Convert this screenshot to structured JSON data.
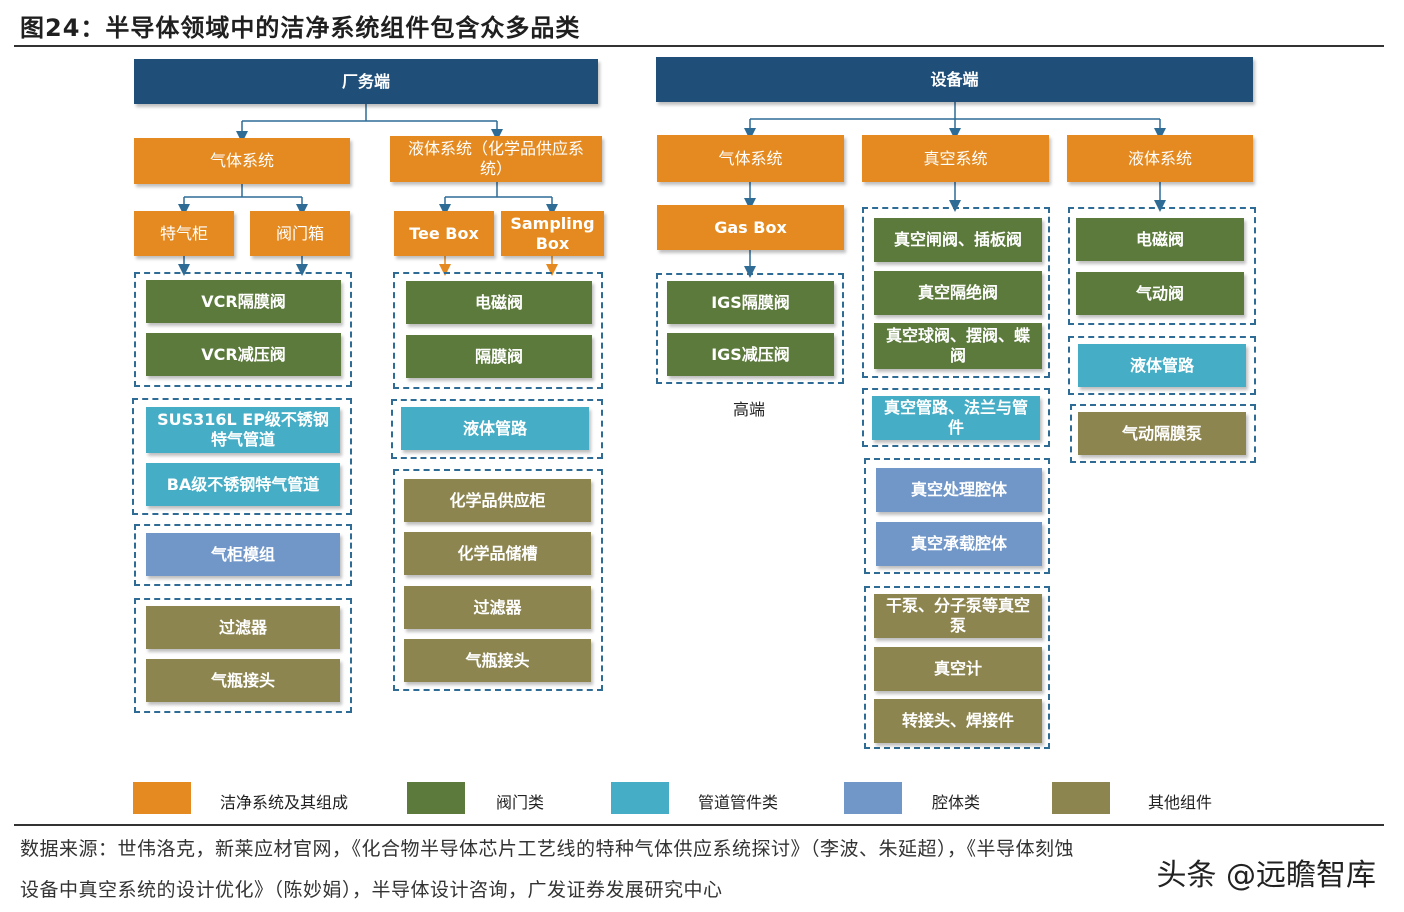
{
  "title": "图24：半导体领域中的洁净系统组件包含众多品类",
  "factory": {
    "header": "厂务端",
    "gas_system": "气体系统",
    "liquid_system": "液体系统（化学品供应系统）",
    "special_gas_cabinet": "特气柜",
    "valve_box": "阀门箱",
    "tee_box": "Tee Box",
    "sampling_box": "Sampling Box",
    "gas_valves": [
      "VCR隔膜阀",
      "VCR减压阀"
    ],
    "gas_pipes": [
      "SUS316L EP级不锈钢特气管道",
      "BA级不锈钢特气管道"
    ],
    "gas_module": "气柜模组",
    "gas_others": [
      "过滤器",
      "气瓶接头"
    ],
    "liquid_valves": [
      "电磁阀",
      "隔膜阀"
    ],
    "liquid_pipe": "液体管路",
    "liquid_others": [
      "化学品供应柜",
      "化学品储槽",
      "过滤器",
      "气瓶接头"
    ]
  },
  "equipment": {
    "header": "设备端",
    "gas_system": "气体系统",
    "vacuum_system": "真空系统",
    "liquid_system": "液体系统",
    "gas_box": "Gas Box",
    "igs_valves": [
      "IGS隔膜阀",
      "IGS减压阀"
    ],
    "high_end": "高端",
    "vacuum_valves": [
      "真空闸阀、插板阀",
      "真空隔绝阀",
      "真空球阀、摆阀、蝶阀"
    ],
    "vacuum_pipe": "真空管路、法兰与管件",
    "vacuum_chambers": [
      "真空处理腔体",
      "真空承载腔体"
    ],
    "vacuum_others": [
      "干泵、分子泵等真空泵",
      "真空计",
      "转接头、焊接件"
    ],
    "liquid_valves": [
      "电磁阀",
      "气动阀"
    ],
    "liquid_pipe": "液体管路",
    "liquid_others": [
      "气动隔膜泵"
    ]
  },
  "legend": [
    {
      "label": "洁净系统及其组成",
      "color": "#e48a20"
    },
    {
      "label": "阀门类",
      "color": "#5b7a3b"
    },
    {
      "label": "管道管件类",
      "color": "#45aec6"
    },
    {
      "label": "腔体类",
      "color": "#7197c9"
    },
    {
      "label": "其他组件",
      "color": "#8d8550"
    }
  ],
  "source_line1": "数据来源：世伟洛克，新莱应材官网，《化合物半导体芯片工艺线的特种气体供应系统探讨》（李波、朱延超），《半导体刻蚀",
  "source_line2": "设备中真空系统的设计优化》（陈妙娟），半导体设计咨询，广发证券发展研究中心",
  "watermark": "头条 @远瞻智库"
}
